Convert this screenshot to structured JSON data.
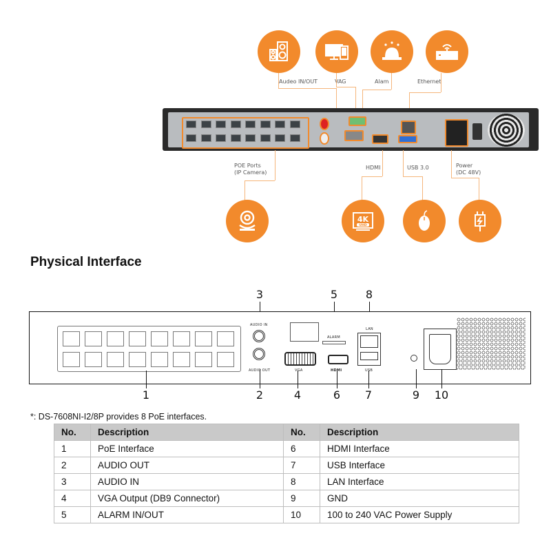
{
  "top_diagram": {
    "callouts_top": [
      {
        "label": "Audeo IN/OUT",
        "icon": "speakers-icon"
      },
      {
        "label": "VAG",
        "icon": "monitor-icon"
      },
      {
        "label": "Alam",
        "icon": "alarm-light-icon"
      },
      {
        "label": "Ethernet",
        "icon": "router-icon"
      }
    ],
    "callouts_bottom": [
      {
        "label_line1": "POE Ports",
        "label_line2": "(IP Camera)",
        "icon": "ip-camera-icon"
      },
      {
        "label_line1": "HDMI",
        "label_line2": "",
        "icon": "4k-uhd-icon",
        "icon_text_main": "4K",
        "icon_text_sub": "UHD"
      },
      {
        "label_line1": "USB 3.0",
        "label_line2": "",
        "icon": "mouse-icon"
      },
      {
        "label_line1": "Power",
        "label_line2": "(DC 48V)",
        "icon": "power-plug-icon"
      }
    ],
    "accent_color": "#f28a2c"
  },
  "section_title": "Physical Interface",
  "panel_diagram": {
    "labels": {
      "audio_in": "AUDIO IN",
      "audio_out": "AUDIO OUT",
      "vga": "VGA",
      "alarm": "ALARM",
      "hdmi": "HDMI",
      "lan": "LAN",
      "usb": "USB"
    },
    "callout_numbers": [
      "1",
      "2",
      "3",
      "4",
      "5",
      "6",
      "7",
      "8",
      "9",
      "10"
    ]
  },
  "note": "*: DS-7608NI-I2/8P provides 8 PoE interfaces.",
  "table": {
    "headers": [
      "No.",
      "Description",
      "No.",
      "Description"
    ],
    "rows": [
      [
        "1",
        "PoE Interface",
        "6",
        "HDMI Interface"
      ],
      [
        "2",
        "AUDIO OUT",
        "7",
        "USB Interface"
      ],
      [
        "3",
        "AUDIO IN",
        "8",
        "LAN Interface"
      ],
      [
        "4",
        "VGA Output (DB9 Connector)",
        "9",
        "GND"
      ],
      [
        "5",
        "ALARM IN/OUT",
        "10",
        "100 to 240 VAC Power Supply"
      ]
    ]
  }
}
